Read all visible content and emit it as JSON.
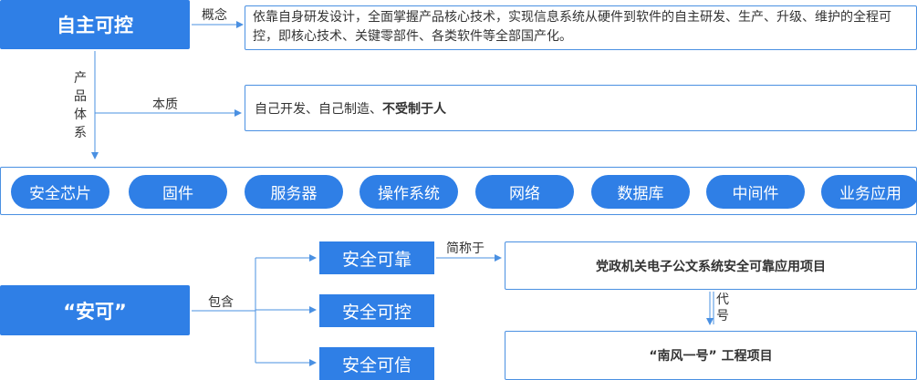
{
  "top": {
    "title": "自主可控",
    "concept_label": "概念",
    "concept_text": "依靠自身研发设计，全面掌握产品核心技术，实现信息系统从硬件到软件的自主研发、生产、升级、维护的全程可控，即核心技术、关键零部件、各类软件等全部国产化。",
    "essence_label": "本质",
    "essence_text_plain": "自己开发、自己制造、",
    "essence_text_bold": "不受制于人",
    "product_system_chars": [
      "产",
      "品",
      "体",
      "系"
    ]
  },
  "products": [
    "安全芯片",
    "固件",
    "服务器",
    "操作系统",
    "网络",
    "数据库",
    "中间件",
    "业务应用"
  ],
  "bottom": {
    "anke": "“安可”",
    "include_label": "包含",
    "items": [
      "安全可靠",
      "安全可控",
      "安全可信"
    ],
    "abbrev_label": "简称于",
    "project_box": "党政机关电子公文系统安全可靠应用项目",
    "code_chars": [
      "代",
      "号"
    ],
    "nanfeng_box": "“南风一号” 工程项目"
  },
  "colors": {
    "primary": "#2f7fe6",
    "line": "#4a90e2"
  }
}
